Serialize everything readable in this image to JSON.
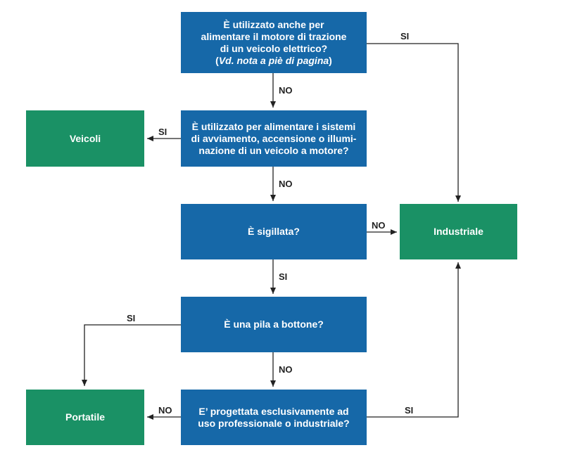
{
  "questions": {
    "q1": {
      "line1": "È utilizzato anche per",
      "line2": "alimentare il motore di trazione",
      "line3": "di un veicolo elettrico?",
      "note_open": "(",
      "note": "Vd. nota a piè di pagina",
      "note_close": ")"
    },
    "q2": {
      "line1": "È utilizzato per alimentare i sistemi",
      "line2": "di avviamento, accensione o illumi-",
      "line3": "nazione di un veicolo a motore?"
    },
    "q3": {
      "text": "È sigillata?"
    },
    "q4": {
      "text": "È una pila a bottone?"
    },
    "q5": {
      "line1": "E’ progettata esclusivamente ad",
      "line2": "uso professionale o industriale?"
    }
  },
  "outcomes": {
    "veicoli": "Veicoli",
    "industriale": "Industriale",
    "portatile": "Portatile"
  },
  "edge_labels": {
    "q1_yes": "SI",
    "q1_no": "NO",
    "q2_yes": "SI",
    "q2_no": "NO",
    "q3_no": "NO",
    "q3_yes": "SI",
    "q4_yes": "SI",
    "q4_no": "NO",
    "q5_no": "NO",
    "q5_yes": "SI"
  },
  "colors": {
    "question_box": "#1668a8",
    "outcome_box": "#1a9165",
    "connector": "#222222"
  }
}
